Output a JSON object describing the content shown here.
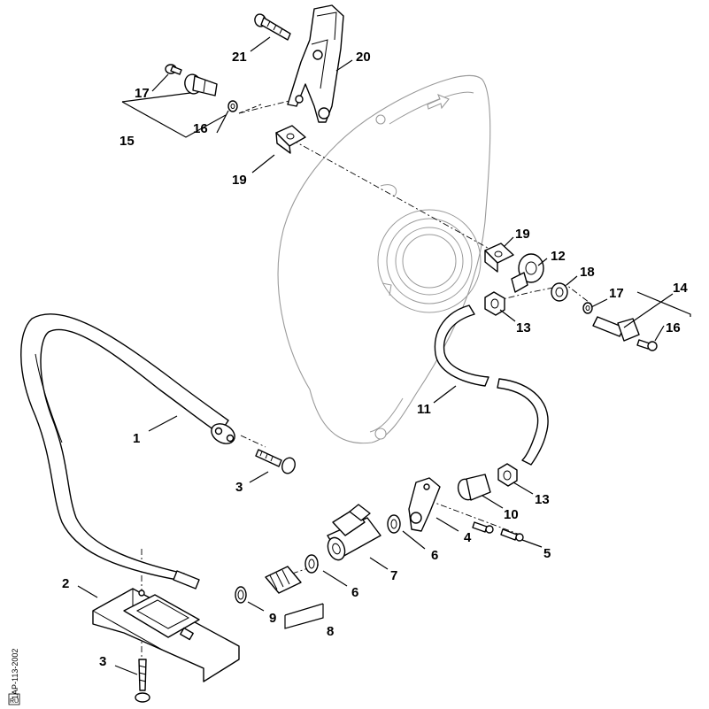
{
  "labels": {
    "l1": "1",
    "l2": "2",
    "l3a": "3",
    "l3b": "3",
    "l4": "4",
    "l5": "5",
    "l6a": "6",
    "l6b": "6",
    "l7": "7",
    "l8": "8",
    "l9": "9",
    "l10": "10",
    "l11": "11",
    "l12": "12",
    "l13a": "13",
    "l13b": "13",
    "l14": "14",
    "l15": "15",
    "l16a": "16",
    "l16b": "16",
    "l17a": "17",
    "l17b": "17",
    "l18": "18",
    "l19a": "19",
    "l19b": "19",
    "l20": "20",
    "l21": "21"
  },
  "side_code": "1AP-113-2002",
  "side_box": "RU"
}
